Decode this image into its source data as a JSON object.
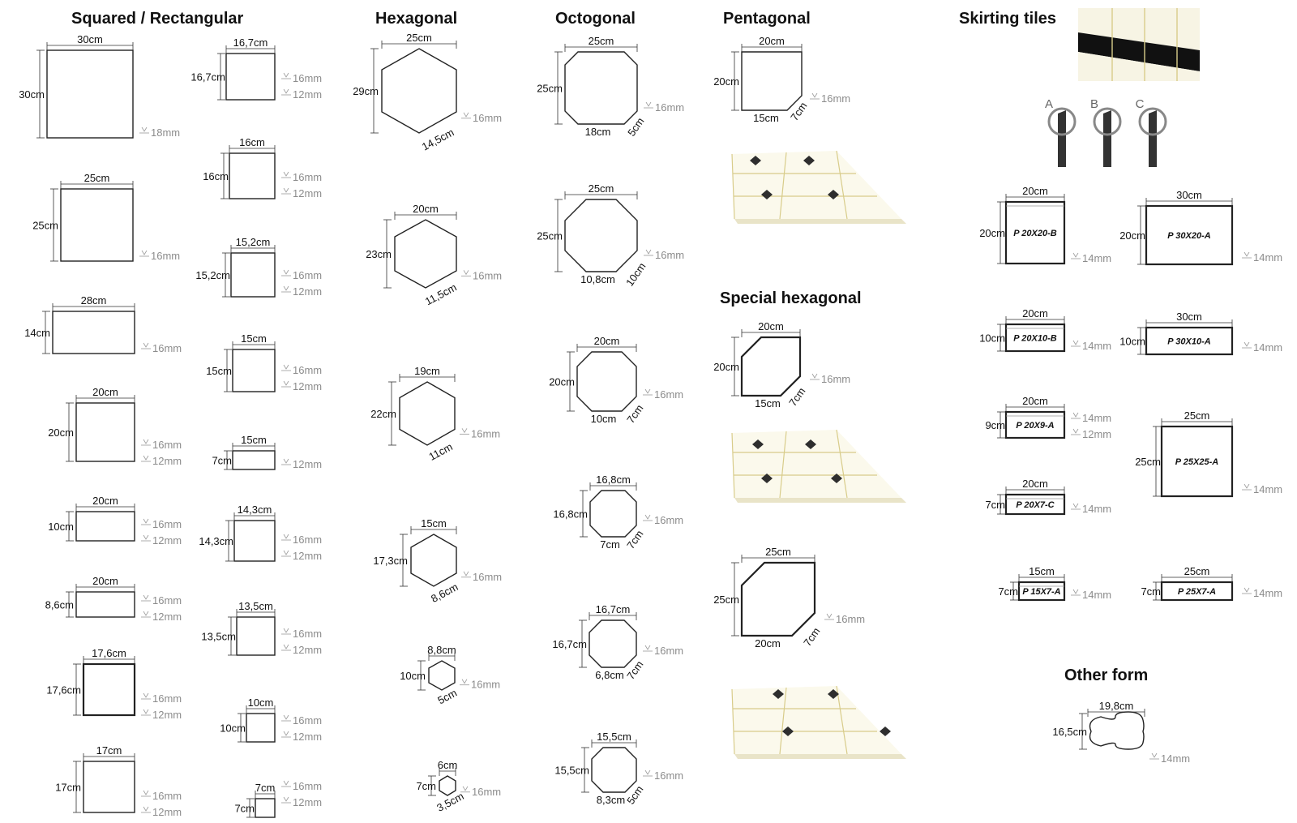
{
  "colors": {
    "ink": "#222222",
    "thickness": "#8c8c8c",
    "floor": "#fbf9ec",
    "grout": "#d8cc8a",
    "dot": "#2e2e2e"
  },
  "sections": {
    "squared": {
      "title": "Squared / Rectangular",
      "col1": [
        {
          "w": "30cm",
          "h": "30cm",
          "t": [
            "18mm"
          ]
        },
        {
          "w": "25cm",
          "h": "25cm",
          "t": [
            "16mm"
          ]
        },
        {
          "w": "28cm",
          "h": "14cm",
          "t": [
            "16mm"
          ]
        },
        {
          "w": "20cm",
          "h": "20cm",
          "t": [
            "16mm",
            "12mm"
          ]
        },
        {
          "w": "20cm",
          "h": "10cm",
          "t": [
            "16mm",
            "12mm"
          ]
        },
        {
          "w": "20cm",
          "h": "8,6cm",
          "t": [
            "16mm",
            "12mm"
          ]
        },
        {
          "w": "17,6cm",
          "h": "17,6cm",
          "t": [
            "16mm",
            "12mm"
          ]
        },
        {
          "w": "17cm",
          "h": "17cm",
          "t": [
            "16mm",
            "12mm"
          ]
        }
      ],
      "col2": [
        {
          "w": "16,7cm",
          "h": "16,7cm",
          "t": [
            "16mm",
            "12mm"
          ]
        },
        {
          "w": "16cm",
          "h": "16cm",
          "t": [
            "16mm",
            "12mm"
          ]
        },
        {
          "w": "15,2cm",
          "h": "15,2cm",
          "t": [
            "16mm",
            "12mm"
          ]
        },
        {
          "w": "15cm",
          "h": "15cm",
          "t": [
            "16mm",
            "12mm"
          ]
        },
        {
          "w": "15cm",
          "h": "7cm",
          "t": [
            "12mm"
          ]
        },
        {
          "w": "14,3cm",
          "h": "14,3cm",
          "t": [
            "16mm",
            "12mm"
          ]
        },
        {
          "w": "13,5cm",
          "h": "13,5cm",
          "t": [
            "16mm",
            "12mm"
          ]
        },
        {
          "w": "10cm",
          "h": "10cm",
          "t": [
            "16mm",
            "12mm"
          ]
        },
        {
          "w": "7cm",
          "h": "7cm",
          "t": [
            "16mm",
            "12mm"
          ]
        }
      ]
    },
    "hexagonal": {
      "title": "Hexagonal",
      "items": [
        {
          "w": "25cm",
          "h": "29cm",
          "s": "14,5cm",
          "t": "16mm"
        },
        {
          "w": "20cm",
          "h": "23cm",
          "s": "11,5cm",
          "t": "16mm"
        },
        {
          "w": "19cm",
          "h": "22cm",
          "s": "11cm",
          "t": "16mm"
        },
        {
          "w": "15cm",
          "h": "17,3cm",
          "s": "8,6cm",
          "t": "16mm"
        },
        {
          "w": "8,8cm",
          "h": "10cm",
          "s": "5cm",
          "t": "16mm"
        },
        {
          "w": "6cm",
          "h": "7cm",
          "s": "3,5cm",
          "t": "16mm"
        }
      ]
    },
    "octogonal": {
      "title": "Octogonal",
      "items": [
        {
          "w": "25cm",
          "h": "25cm",
          "b": "18cm",
          "c": "5cm",
          "t": "16mm"
        },
        {
          "w": "25cm",
          "h": "25cm",
          "b": "10,8cm",
          "c": "10cm",
          "t": "16mm"
        },
        {
          "w": "20cm",
          "h": "20cm",
          "b": "10cm",
          "c": "7cm",
          "t": "16mm"
        },
        {
          "w": "16,8cm",
          "h": "16,8cm",
          "b": "7cm",
          "c": "7cm",
          "t": "16mm"
        },
        {
          "w": "16,7cm",
          "h": "16,7cm",
          "b": "6,8cm",
          "c": "7cm",
          "t": "16mm"
        },
        {
          "w": "15,5cm",
          "h": "15,5cm",
          "b": "8,3cm",
          "c": "5cm",
          "t": "16mm"
        }
      ]
    },
    "pentagonal": {
      "title": "Pentagonal",
      "w": "20cm",
      "h": "20cm",
      "b": "15cm",
      "c": "7cm",
      "t": "16mm"
    },
    "special": {
      "title": "Special hexagonal",
      "items": [
        {
          "w": "20cm",
          "h": "20cm",
          "b": "15cm",
          "c": "7cm",
          "t": "16mm"
        },
        {
          "w": "25cm",
          "h": "25cm",
          "b": "20cm",
          "c": "7cm",
          "t": "16mm"
        }
      ]
    },
    "skirting": {
      "title": "Skirting tiles",
      "profiles": [
        "A",
        "B",
        "C"
      ],
      "left": [
        {
          "code": "P 20X20-B",
          "w": "20cm",
          "h": "20cm",
          "t": [
            "14mm"
          ]
        },
        {
          "code": "P 20X10-B",
          "w": "20cm",
          "h": "10cm",
          "t": [
            "14mm"
          ]
        },
        {
          "code": "P 20X9-A",
          "w": "20cm",
          "h": "9cm",
          "t": [
            "14mm",
            "12mm"
          ]
        },
        {
          "code": "P 20X7-C",
          "w": "20cm",
          "h": "7cm",
          "t": [
            "14mm"
          ]
        },
        {
          "code": "P 15X7-A",
          "w": "15cm",
          "h": "7cm",
          "t": [
            "14mm"
          ]
        }
      ],
      "right": [
        {
          "code": "P 30X20-A",
          "w": "30cm",
          "h": "20cm",
          "t": [
            "14mm"
          ]
        },
        {
          "code": "P 30X10-A",
          "w": "30cm",
          "h": "10cm",
          "t": [
            "14mm"
          ]
        },
        {
          "code": "P 25X25-A",
          "w": "25cm",
          "h": "25cm",
          "t": [
            "14mm"
          ]
        },
        {
          "code": "P 25X7-A",
          "w": "25cm",
          "h": "7cm",
          "t": [
            "14mm"
          ]
        }
      ]
    },
    "other": {
      "title": "Other form",
      "w": "19,8cm",
      "h": "16,5cm",
      "t": "14mm"
    }
  }
}
